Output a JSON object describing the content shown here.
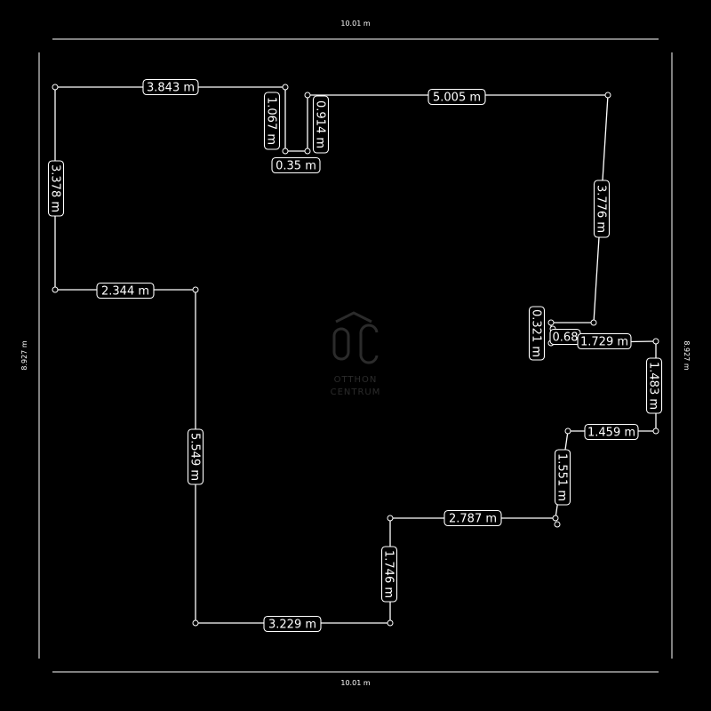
{
  "overall": {
    "top": "10.01 m",
    "bottom": "10.01 m",
    "left": "8.927 m",
    "right": "8.927 m"
  },
  "watermark": {
    "mark": "ÖC",
    "line1": "OTTHON",
    "line2": "CENTRUM"
  },
  "segments": [
    "3.843 m",
    "1.067 m",
    "0.35 m",
    "0.914 m",
    "5.005 m",
    "3.776 m",
    "0.68",
    "0.321 m",
    "1.729 m",
    "1.483 m",
    "1.459 m",
    "1.551 m",
    "2.787 m",
    "1.746 m",
    "3.229 m",
    "5.549 m",
    "2.344 m",
    "3.378 m"
  ],
  "colors": {
    "background": "#000000",
    "line": "#ffffff",
    "watermark": "#2b2b2b"
  }
}
